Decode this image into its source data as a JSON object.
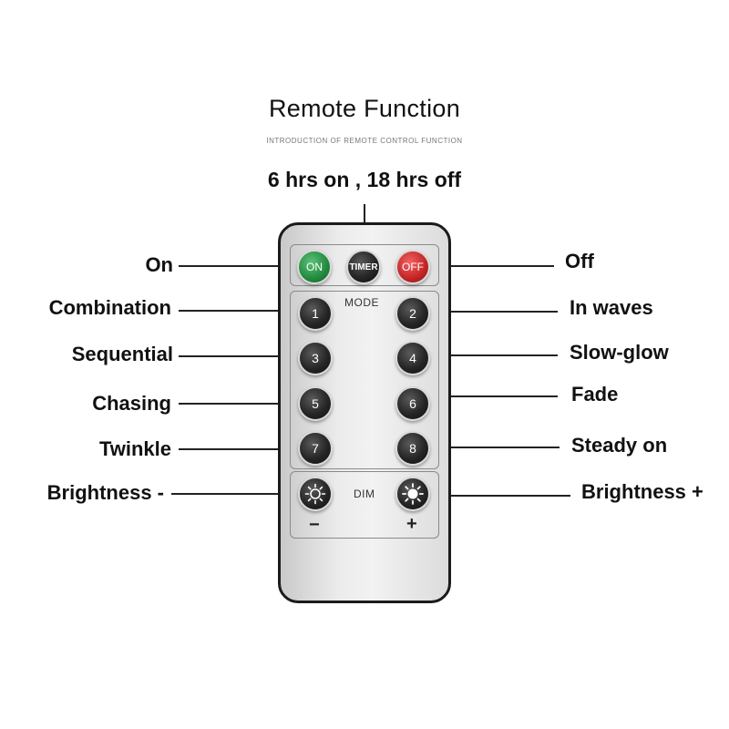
{
  "title": "Remote Function",
  "subtitle": "INTRODUCTION OF REMOTE CONTROL FUNCTION",
  "timer_caption": "6 hrs on , 18 hrs off",
  "callouts": {
    "on": "On",
    "off": "Off",
    "combination": "Combination",
    "in_waves": "In waves",
    "sequential": "Sequential",
    "slow_glow": "Slow-glow",
    "chasing": "Chasing",
    "fade": "Fade",
    "twinkle": "Twinkle",
    "steady_on": "Steady on",
    "brightness_minus": "Brightness -",
    "brightness_plus": "Brightness +"
  },
  "remote": {
    "buttons": {
      "on": "ON",
      "timer": "TIMER",
      "off": "OFF",
      "mode": [
        "1",
        "2",
        "3",
        "4",
        "5",
        "6",
        "7",
        "8"
      ]
    },
    "mode_label": "MODE",
    "dim_label": "DIM",
    "minus": "−",
    "plus": "+",
    "colors": {
      "on": "#218a3e",
      "off": "#c42424",
      "body": "#ececec",
      "button": "#1a1a1a"
    }
  },
  "icons": [
    "sun-dim-icon",
    "sun-bright-icon"
  ]
}
